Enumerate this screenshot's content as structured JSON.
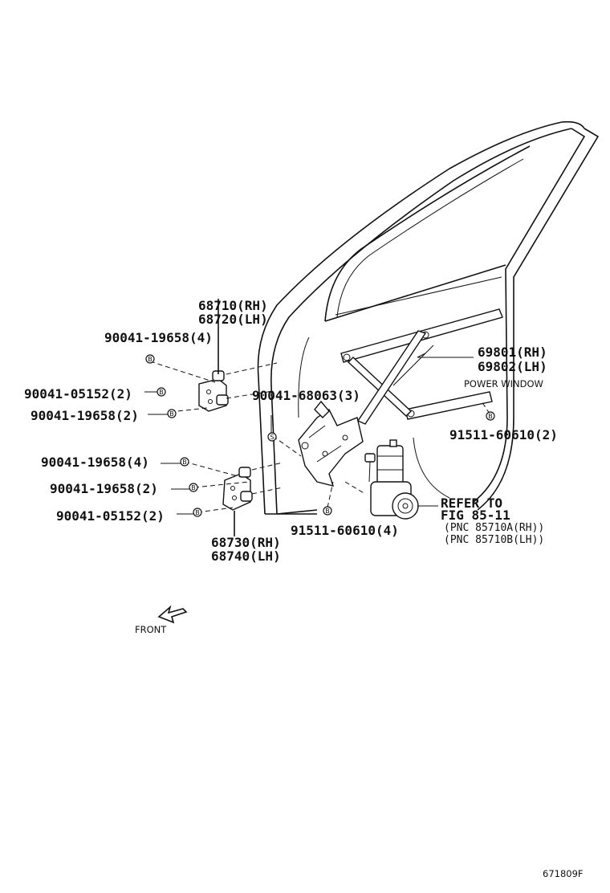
{
  "labels": {
    "hinge_upper_rh": "68710(RH)",
    "hinge_upper_lh": "68720(LH)",
    "bolt_upper_a": "90041-19658(4)",
    "bolt_upper_b": "90041-05152(2)",
    "bolt_upper_c": "90041-19658(2)",
    "bolt_center": "90041-68063(3)",
    "regulator_rh": "69801(RH)",
    "regulator_lh": "69802(LH)",
    "power_window": "POWER WINDOW",
    "screw_right": "91511-60610(2)",
    "bolt_lower_a": "90041-19658(4)",
    "bolt_lower_b": "90041-19658(2)",
    "bolt_lower_c": "90041-05152(2)",
    "screw_bottom": "91511-60610(4)",
    "refer_line1": "REFER TO",
    "refer_line2": "FIG 85-11",
    "pnc_rh": "(PNC 85710A(RH))",
    "pnc_lh": "(PNC 85710B(LH))",
    "hinge_lower_rh": "68730(RH)",
    "hinge_lower_lh": "68740(LH)",
    "front": "FRONT",
    "figure_id": "671809F"
  },
  "markers": {
    "bolt": "B",
    "screw": "S"
  },
  "icons": {
    "front_arrow": "front-arrow-icon"
  }
}
